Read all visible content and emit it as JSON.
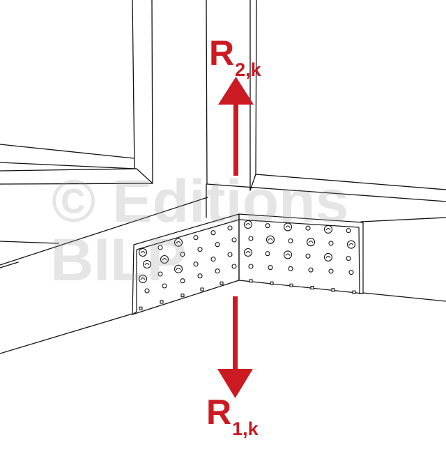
{
  "colors": {
    "line": "#111111",
    "force": "#cc1a22",
    "plate": "#ffffff",
    "watermark": "#9a9a9a"
  },
  "forces": {
    "top": {
      "symbol": "R",
      "subscript": "2,k",
      "direction": "up"
    },
    "bottom": {
      "symbol": "R",
      "subscript": "1,k",
      "direction": "down"
    }
  },
  "watermark": {
    "line1": "© Editions",
    "line2": "BILP"
  },
  "plate": {
    "hole_types": [
      "plain-hole",
      "ring-shank-nail"
    ]
  }
}
